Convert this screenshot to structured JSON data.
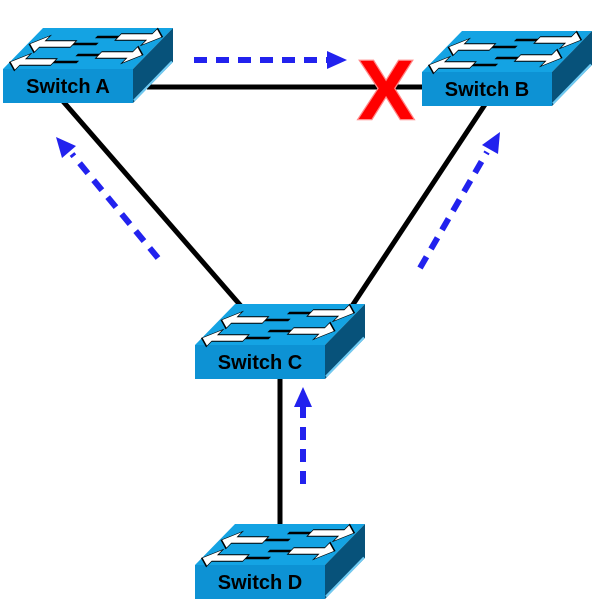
{
  "diagram": {
    "type": "network-topology",
    "background": "#ffffff",
    "nodes": [
      {
        "id": "switch-a",
        "label": "Switch A",
        "position": "top-left"
      },
      {
        "id": "switch-b",
        "label": "Switch B",
        "position": "top-right"
      },
      {
        "id": "switch-c",
        "label": "Switch C",
        "position": "middle-center"
      },
      {
        "id": "switch-d",
        "label": "Switch D",
        "position": "bottom-center"
      }
    ],
    "links": [
      {
        "from": "switch-a",
        "to": "switch-b",
        "status": "failed"
      },
      {
        "from": "switch-a",
        "to": "switch-c",
        "status": "up"
      },
      {
        "from": "switch-b",
        "to": "switch-c",
        "status": "up"
      },
      {
        "from": "switch-c",
        "to": "switch-d",
        "status": "up"
      }
    ],
    "failure": {
      "symbol": "X",
      "on_link": "switch-a to switch-b",
      "color": "#ff0000"
    },
    "flows": [
      {
        "from": "switch-a",
        "to": "switch-b",
        "style": "dashed-arrow"
      },
      {
        "from": "switch-c",
        "to": "switch-a",
        "style": "dashed-arrow"
      },
      {
        "from": "switch-c",
        "to": "switch-b",
        "style": "dashed-arrow"
      },
      {
        "from": "switch-d",
        "to": "switch-c",
        "style": "dashed-arrow"
      }
    ],
    "colors": {
      "flow_arrow": "#2222ee",
      "link_line": "#000000",
      "failure_x": "#ff0000",
      "switch_top": "#14a3e3",
      "switch_front": "#0d92d4",
      "switch_side": "#07527a",
      "switch_edge_highlight": "#6fcaf2",
      "switch_arrows": "#ffffff",
      "label_text": "#000000"
    }
  }
}
